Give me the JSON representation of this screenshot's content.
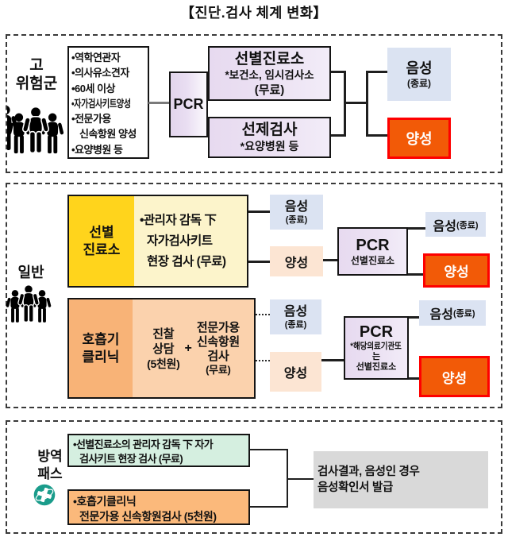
{
  "title": "【진단.검사 체계 변화】",
  "colors": {
    "lavender": "#e7daf0",
    "light_blue": "#dbe3f2",
    "peach": "#fce5d3",
    "positive_fill": "#f25a07",
    "positive_border": "#fe0000",
    "gold": "#ffd41c",
    "light_yellow": "#fcf4cb",
    "orange_deep": "#f8b377",
    "orange_soft": "#fbd2ad",
    "mint": "#d5efe0",
    "pass_orange": "#fbb97b",
    "gray_box": "#d9d9d9",
    "icon_teal": "#1a9c8b"
  },
  "s1": {
    "label1": "고",
    "label2": "위험군",
    "criteria": [
      "•역학연관자",
      "•의사유소견자",
      "•60세 이상",
      "•자가검사키트양성",
      "•전문가용",
      "신속항원 양성",
      "•요양병원 등"
    ],
    "pcr": "PCR",
    "screening_title": "선별진료소",
    "screening_sub1": "*보건소, 임시검사소",
    "screening_sub2": "(무료)",
    "preemptive_title": "선제검사",
    "preemptive_sub": "*요양병원 등",
    "negative": "음성",
    "negative_sub": "(종료)",
    "positive": "양성"
  },
  "s2": {
    "label": "일반",
    "row1": {
      "left1": "선별",
      "left2": "진료소",
      "desc": [
        "•관리자 감독 下",
        "자가검사키트",
        "현장 검사 (무료)"
      ],
      "negative": "음성",
      "negative_sub": "(종료)",
      "positive_mid": "양성",
      "pcr_title": "PCR",
      "pcr_sub": "선별진료소",
      "negative2": "음성",
      "negative2_sub": "(종료)",
      "positive_final": "양성"
    },
    "row2": {
      "left1": "호흡기",
      "left2": "클리닉",
      "consult": [
        "진찰",
        "상담",
        "(5천원)"
      ],
      "plus": "+",
      "test": [
        "전문가용",
        "신속항원",
        "검사",
        "(무료)"
      ],
      "negative": "음성",
      "negative_sub": "(종료)",
      "positive_mid": "양성",
      "pcr_title": "PCR",
      "pcr_sub": [
        "*해당의료기관또",
        "는",
        "선별진료소"
      ],
      "negative2": "음성",
      "negative2_sub": "(종료)",
      "positive_final": "양성"
    }
  },
  "s3": {
    "label1": "방역",
    "label2": "패스",
    "box1": [
      "•선별진료소의 관리자 감독 下 자가",
      "검사키트 현장 검사 (무료)"
    ],
    "box2": [
      "•호흡기클리닉",
      "전문가용 신속항원검사 (5천원)"
    ],
    "result": [
      "검사결과, 음성인 경우",
      "음성확인서 발급"
    ]
  }
}
